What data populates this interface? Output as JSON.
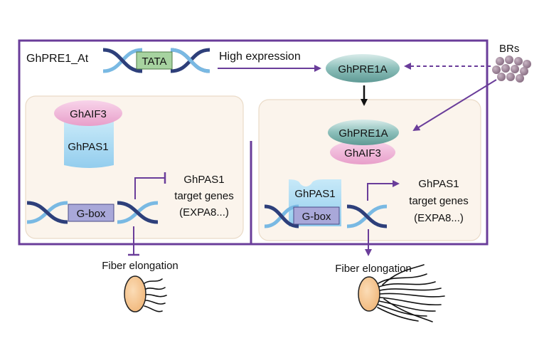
{
  "labels": {
    "promoter_construct": "GhPRE1_At",
    "tata": "TATA",
    "high_expression": "High expression",
    "ghpre1a_top": "GhPRE1A",
    "brs": "BRs",
    "left_ghaif3": "GhAIF3",
    "left_ghpas1": "GhPAS1",
    "left_target_line1": "GhPAS1",
    "left_target_line2": "target genes",
    "left_target_line3": "(EXPA8...)",
    "left_gbox": "G-box",
    "left_fiber": "Fiber elongation",
    "right_ghpre1a": "GhPRE1A",
    "right_ghaif3": "GhAIF3",
    "right_ghpas1": "GhPAS1",
    "right_gbox": "G-box",
    "right_target_line1": "GhPAS1",
    "right_target_line2": "target genes",
    "right_target_line3": "(EXPA8...)",
    "right_fiber": "Fiber elongation"
  },
  "colors": {
    "frame": "#6a3d9a",
    "panel_bg": "#fbf4ec",
    "panel_border": "#eadbc8",
    "dna_dark": "#2e3f7a",
    "dna_light": "#79b9e3",
    "tata_box": "#a7d3a0",
    "gbox": "#a9a8d9",
    "ghpre1a": "#7fb5b0",
    "ghaif3": "#eeaed4",
    "ghpas1": "#a6d8f2",
    "cell": "#f4c48f",
    "br_dot": "#9b8095",
    "arrow": "#6a3d9a"
  }
}
